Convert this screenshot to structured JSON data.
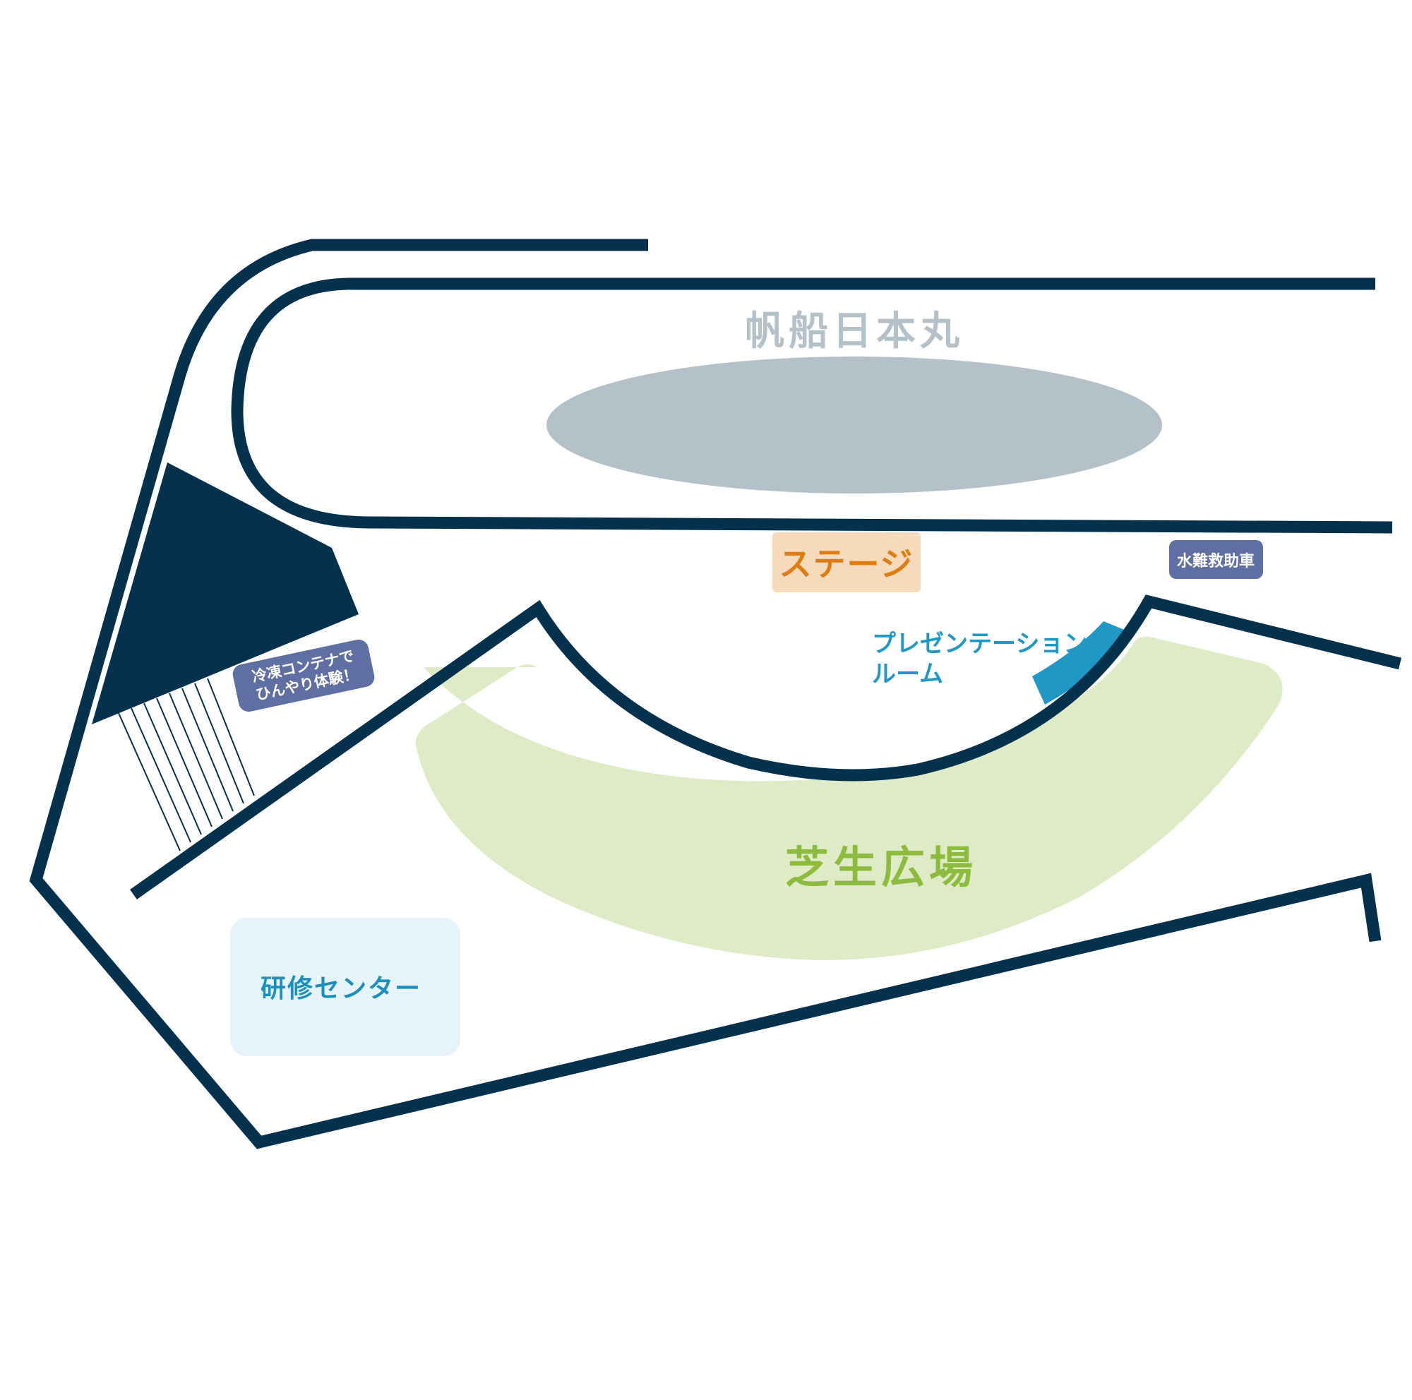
{
  "labels": {
    "ship": "帆船日本丸",
    "stage": "ステージ",
    "rescue_vehicle": "水難救助車",
    "presentation_room_line1": "プレゼンテーション",
    "presentation_room_line2": "ルーム",
    "freezer_line1": "冷凍コンテナで",
    "freezer_line2": "ひんやり体験！",
    "lawn": "芝生広場",
    "training_center": "研修センター"
  },
  "colors": {
    "path": "#05314d",
    "ship": "#b4c1c9",
    "ship_text": "#b4c1c9",
    "stage_box": "#f5dbbb",
    "stage_text": "#e07c10",
    "rescue_box": "#5f6ea3",
    "freezer_box": "#5f6ea3",
    "presentation": "#1f98c5",
    "lawn": "#dfebc7",
    "lawn_text": "#8dbb3e",
    "training_box": "#e6f4f9",
    "training_text": "#1a8fc0"
  }
}
